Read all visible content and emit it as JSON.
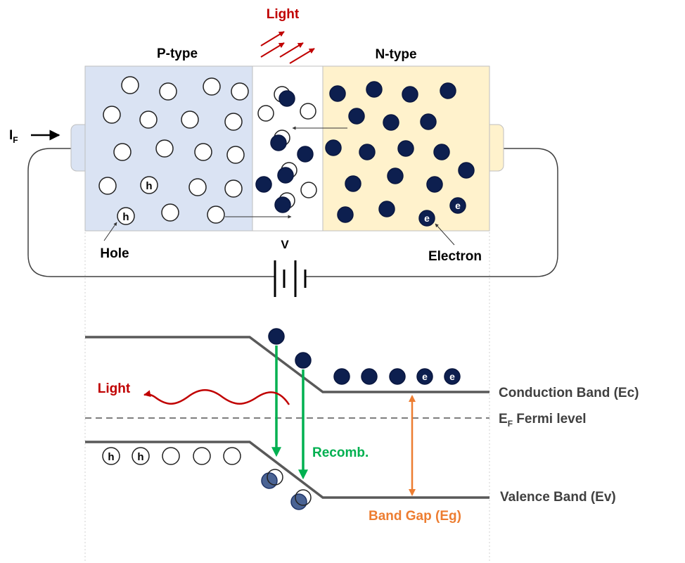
{
  "top_labels": {
    "light": "Light",
    "p_type": "P-type",
    "n_type": "N-type",
    "current_main": "I",
    "current_sub": "F",
    "hole": "Hole",
    "electron": "Electron",
    "voltage": "V"
  },
  "carrier_letters": {
    "hole": "h",
    "electron": "e"
  },
  "band_labels": {
    "light": "Light",
    "conduction": "Conduction Band (Ec)",
    "fermi_main": "E",
    "fermi_sub": "F",
    "fermi_rest": " Fermi level",
    "valence": "Valence Band (Ev)",
    "recombination": "Recomb.",
    "band_gap": "Band Gap (Eg)"
  },
  "colors": {
    "p_region": "#dae3f3",
    "n_region": "#fff2cc",
    "depletion": "#ffffff",
    "electron": "#0d1f4f",
    "light": "#c00000",
    "recombination": "#00b050",
    "band_gap": "#ed7d31",
    "band_line": "#595959",
    "text": "#000000",
    "band_text": "#404040"
  }
}
